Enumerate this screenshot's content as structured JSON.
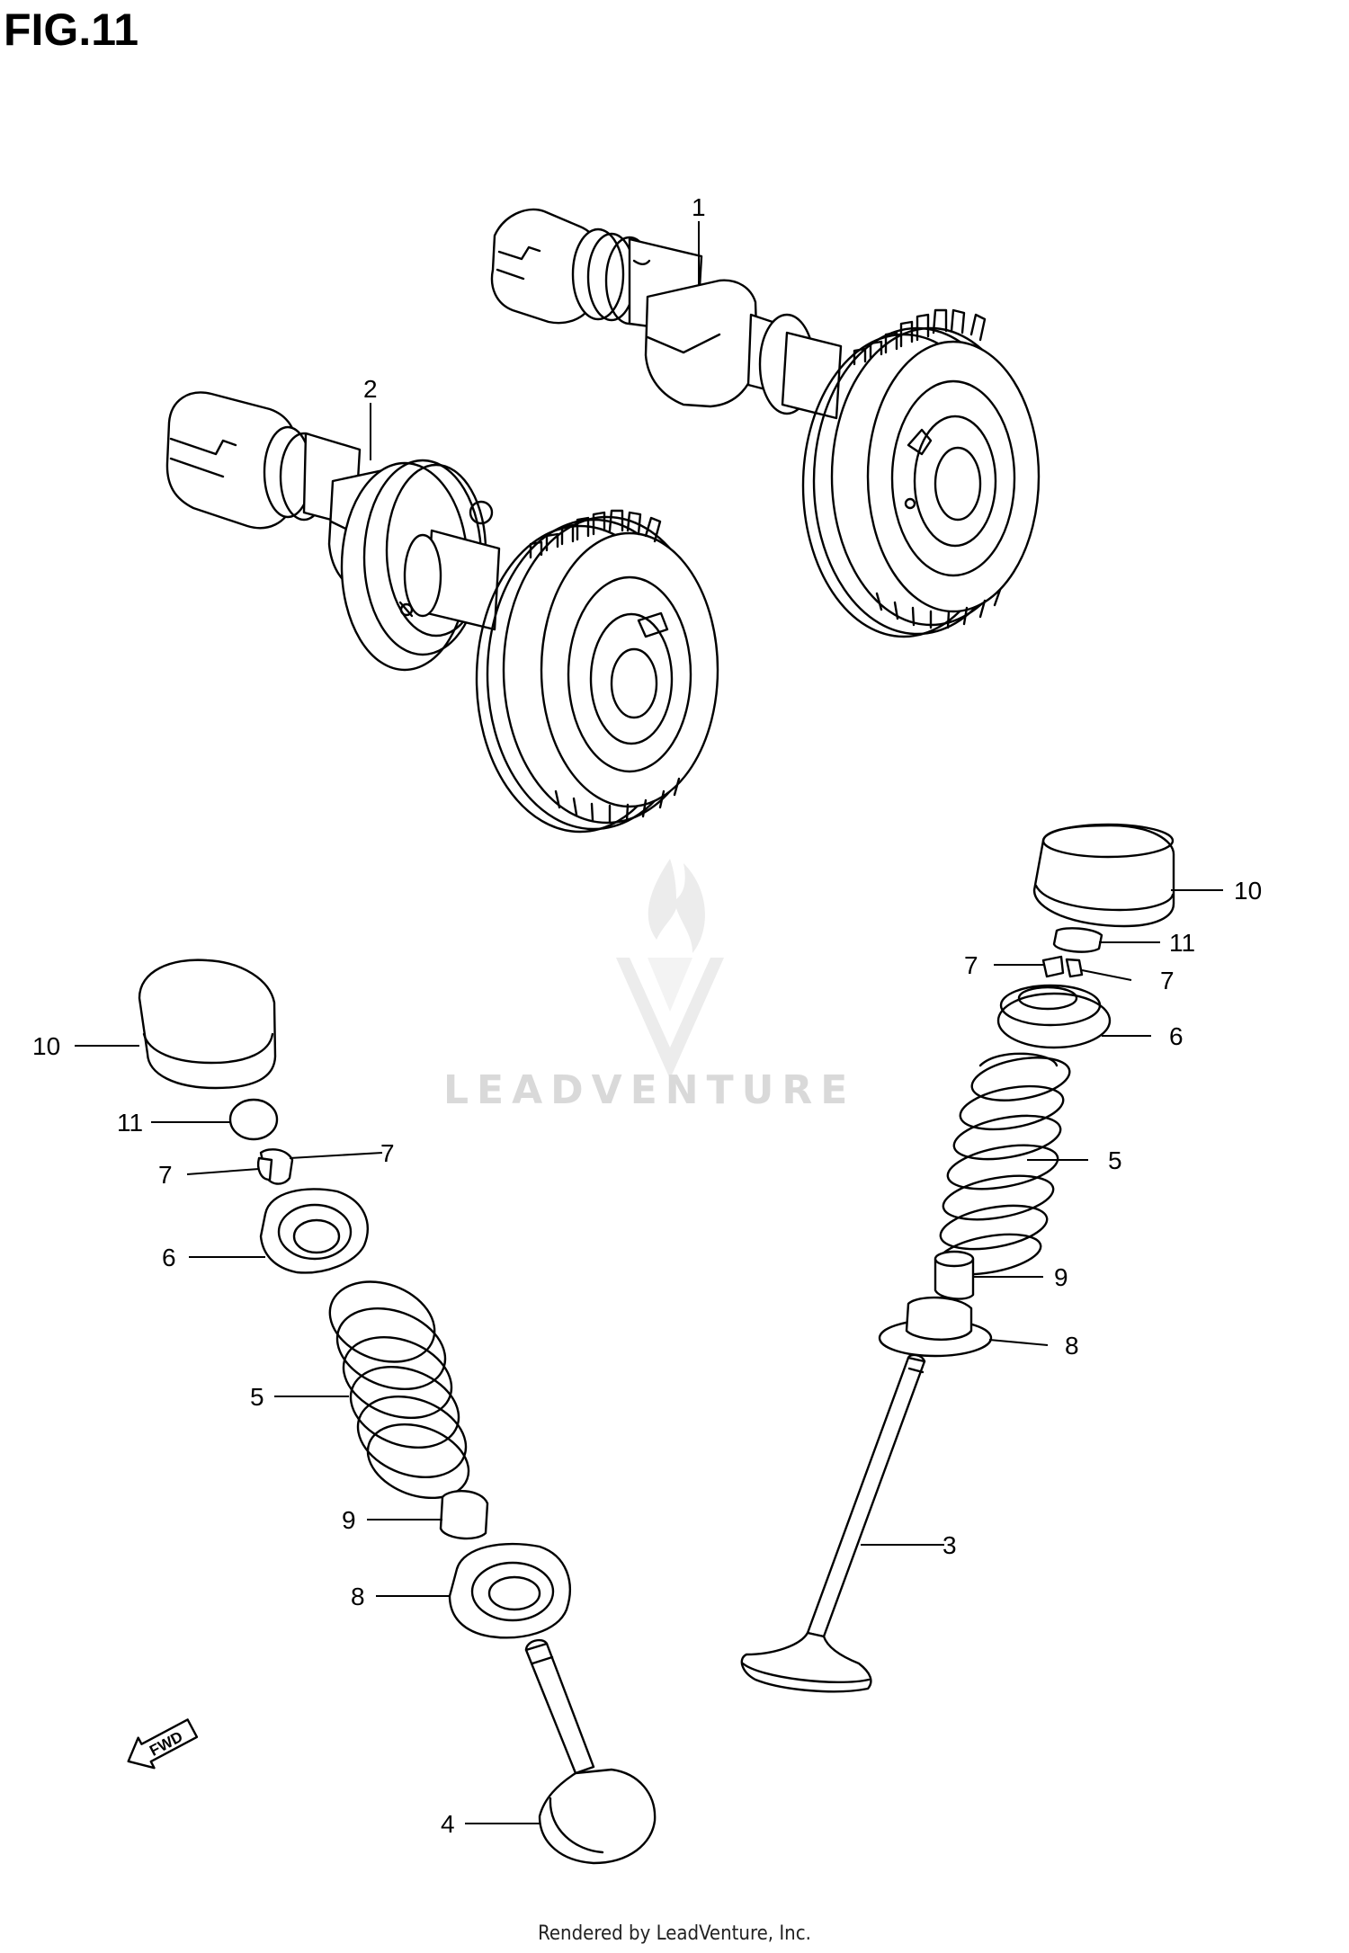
{
  "figure": {
    "title": "FIG.11"
  },
  "callouts": {
    "c1": "1",
    "c2": "2",
    "c3": "3",
    "c4": "4",
    "c5a": "5",
    "c5b": "5",
    "c6a": "6",
    "c6b": "6",
    "c7a": "7",
    "c7b": "7",
    "c7c": "7",
    "c7d": "7",
    "c8a": "8",
    "c8b": "8",
    "c9a": "9",
    "c9b": "9",
    "c10a": "10",
    "c10b": "10",
    "c11a": "11",
    "c11b": "11"
  },
  "direction_marker": {
    "label": "FWD"
  },
  "watermark": {
    "text": "LEADVENTURE"
  },
  "footer": {
    "text": "Rendered by LeadVenture, Inc."
  },
  "colors": {
    "line": "#000000",
    "watermark": "#d9d9d9",
    "background": "#ffffff"
  }
}
